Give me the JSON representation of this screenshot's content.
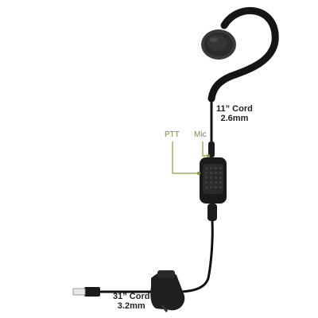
{
  "product": {
    "top_cord": {
      "length": "11” Cord",
      "diameter": "2.6mm"
    },
    "bottom_cord": {
      "length": "31” Cord",
      "diameter": "3.2mm"
    },
    "callouts": {
      "ptt": "PTT",
      "mic": "Mic"
    },
    "colors": {
      "cable": "#111111",
      "callout": "#8a9a3e",
      "body": "#1a1a1a",
      "earpiece_grille": "#2b2b2b"
    }
  }
}
